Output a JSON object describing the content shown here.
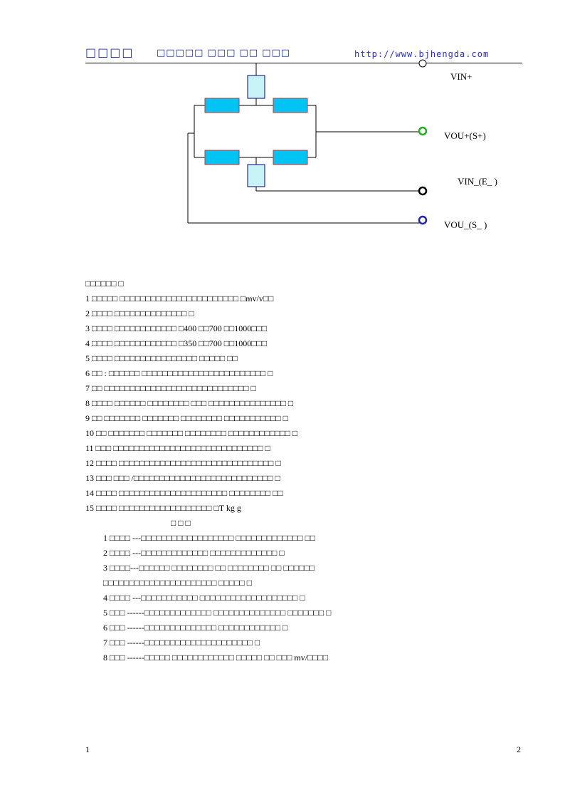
{
  "header": {
    "logo": "□□□□",
    "company": "□□□□□  □□□  □□  □□□",
    "url": "http://www.bjhengda.com"
  },
  "circuit": {
    "labels": {
      "vin_plus": "VIN+",
      "vout_plus": "VOU+(S+)",
      "vin_minus": "VIN_(E_ )",
      "vout_minus": "VOU_(S_ )"
    },
    "colors": {
      "resistor": "#00c4f4",
      "comp": "#c8f4f8",
      "border": "#cc3333",
      "green": "#22aa22",
      "blue": "#2222aa"
    }
  },
  "params": {
    "heading": "□□□□□□  □",
    "items": [
      "1 □□□□□  □□□□□□□□□□□□□□□□□□□□□□□             □mv/v□□",
      "2 □□□□  □□□□□□□□□□□□□□        □",
      "3 □□□□  □□□□□□□□□□□□       □400 □□700 □□1000□□□",
      "4 □□□□  □□□□□□□□□□□□       □350 □□700 □□1000□□□",
      "5 □□□□  □□□□□□□□□□□□□□□□        □□□□□  □□",
      "6 □□ :  □□□□□□   □□□□□□□□□□□□□□□□□□□□□□□□             □",
      "7 □□ □□□□□□□□□□□□□□□□□□□□□□□□□□□□             □",
      "8 □□□□  □□□□□□   □□□□□□□□     □□□ □□□□□□□□□□□□□□□        □",
      "9 □□ □□□□□□□    □□□□□□□   □□□□□□□□    □□□□□□□□□□□     □",
      "10 □□ □□□□□□□   □□□□□□□   □□□□□□□□    □□□□□□□□□□□□     □",
      "11 □□□  □□□□□□□□□□□□□□□□□□□□□□□□□□□□□            □",
      "12 □□□□  □□□□□□□□□□□□□□□□□□□□□□□□□□□□□□           □",
      "13 □□□  □□□ /□□□□□□□□□□□□□□□□□□□□□□□□□□□           □",
      "14 □□□□  □□□□□□□□□□□□□□□□□□□□□          □□□□□□□□   □□",
      "15 □□□□  □□□□□□□□□□□□□□□□□□         □T   kg   g"
    ]
  },
  "terms": {
    "heading": "□  □  □",
    "items": [
      "1   □□□□  ---□□□□□□□□□□□□□□□□□□         □□□□□□□□□□□□□       □□",
      "2   □□□□  ---□□□□□□□□□□□□□        □□□□□□□□□□□□□       □",
      "3   □□□□---□□□□□□ □□□□□□□□ □□ □□□□□□□□ □□ □□□□□□",
      "     □□□□□□□□□□□□□□□□□□□□□□          □□□□□   □",
      "4   □□□□  ---□□□□□□□□□□□     □□□□□□□□□□□□□□□□□□□         □",
      "5   □□□  ------□□□□□□□□□□□□□       □□□□□□□□□□□□□□      □□□□□□□   □",
      "6   □□□  ------□□□□□□□□□□□□□□       □□□□□□□□□□□□      □",
      "7   □□□  ------□□□□□□□□□□□□□□□□□□□□□         □",
      "8   □□□  ------□□□□□   □□□□□□□□□□□□       □□□□□  □□ □□□   mv/□□□□"
    ]
  },
  "footer": {
    "page_left": "1",
    "page_right": "2"
  }
}
